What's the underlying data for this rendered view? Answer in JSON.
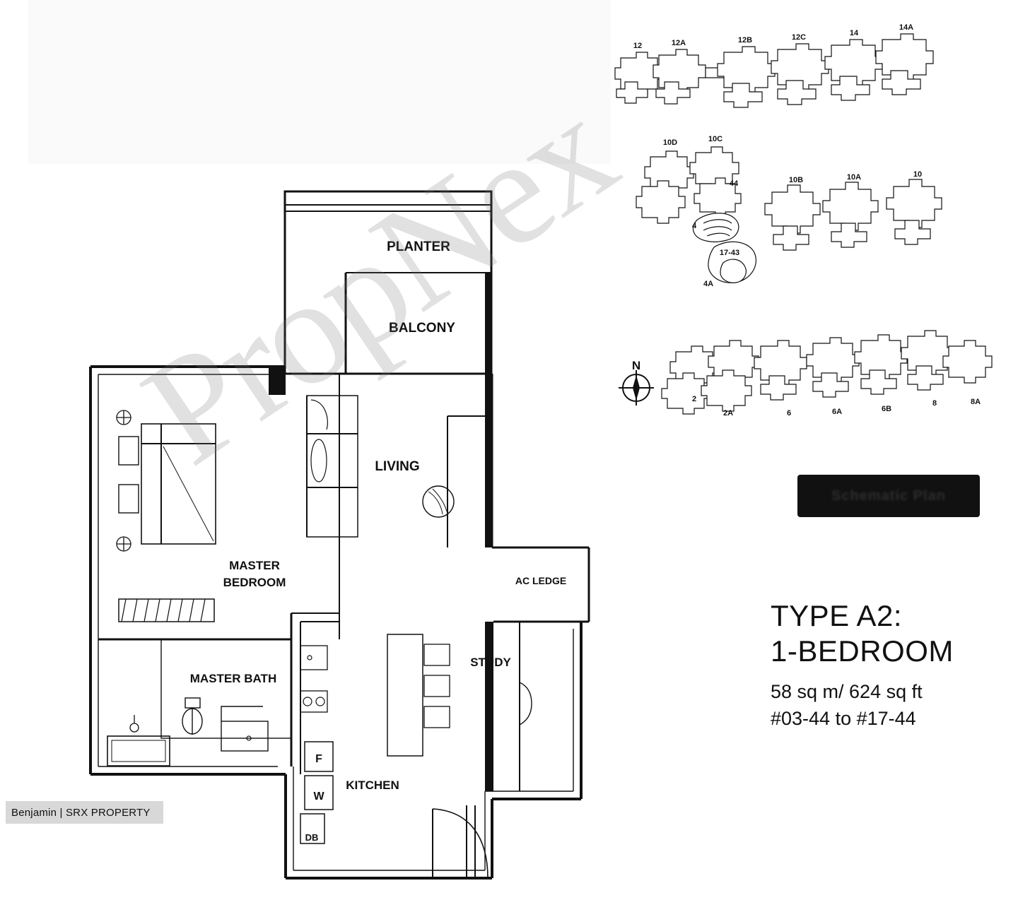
{
  "watermark": {
    "text": "PropNex"
  },
  "floorplan": {
    "rooms": [
      {
        "name": "planter",
        "label": "PLANTER"
      },
      {
        "name": "balcony",
        "label": "BALCONY"
      },
      {
        "name": "living",
        "label": "LIVING"
      },
      {
        "name": "master-bedroom-line1",
        "label": "MASTER"
      },
      {
        "name": "master-bedroom-line2",
        "label": "BEDROOM"
      },
      {
        "name": "master-bath",
        "label": "MASTER BATH"
      },
      {
        "name": "kitchen",
        "label": "KITCHEN"
      },
      {
        "name": "study",
        "label": "STUDY"
      },
      {
        "name": "ac-ledge",
        "label": "AC LEDGE"
      }
    ],
    "appliances": [
      {
        "name": "fridge",
        "label": "F"
      },
      {
        "name": "washer",
        "label": "W"
      },
      {
        "name": "distribution-board",
        "label": "DB"
      }
    ]
  },
  "compass": {
    "label": "N"
  },
  "keyplan": {
    "blocks_row1": [
      "12",
      "12A",
      "12B",
      "12C",
      "14",
      "14A"
    ],
    "blocks_row2": [
      "10D",
      "10C",
      "10B",
      "10A",
      "10"
    ],
    "blocks_mid": [
      "44",
      "4",
      "17-43",
      "4A"
    ],
    "blocks_row3": [
      "2",
      "2A",
      "6",
      "6A",
      "6B",
      "8",
      "8A"
    ]
  },
  "dark_bar": {
    "text": "Schematic Plan"
  },
  "type_block": {
    "title_line1": "TYPE A2:",
    "title_line2": "1-BEDROOM",
    "area": "58 sq m/ 624 sq ft",
    "units": "#03-44 to #17-44"
  },
  "credit": {
    "text": "Benjamin | SRX PROPERTY"
  }
}
